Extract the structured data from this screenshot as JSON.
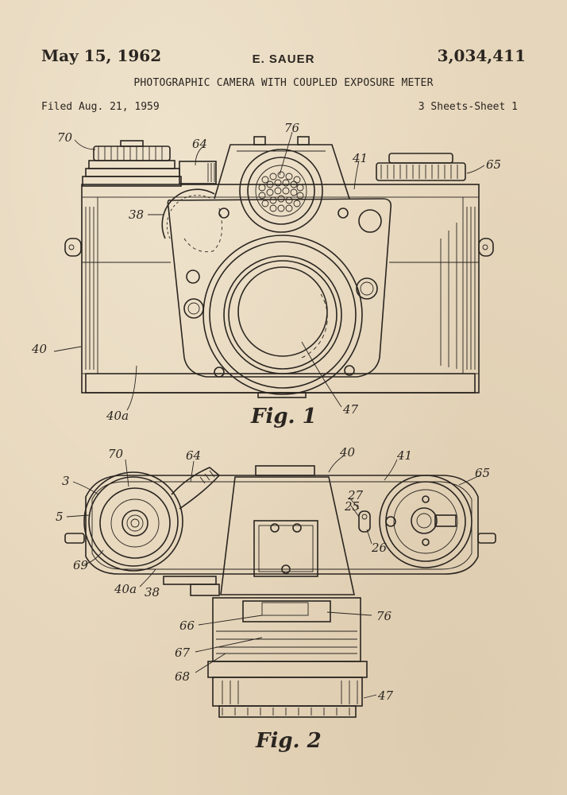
{
  "header": {
    "date": "May 15, 1962",
    "inventor": "E. SAUER",
    "patent_number": "3,034,411",
    "title": "PHOTOGRAPHIC CAMERA WITH COUPLED EXPOSURE METER",
    "filed": "Filed Aug. 21, 1959",
    "sheets": "3 Sheets-Sheet 1"
  },
  "figure1": {
    "caption": "Fig. 1",
    "labels": [
      "70",
      "64",
      "76",
      "41",
      "65",
      "38",
      "40",
      "40a",
      "47"
    ]
  },
  "figure2": {
    "caption": "Fig. 2",
    "labels": [
      "70",
      "64",
      "40",
      "41",
      "65",
      "3",
      "5",
      "27",
      "25",
      "26",
      "69",
      "40a",
      "38",
      "66",
      "76",
      "67",
      "68",
      "47"
    ]
  },
  "colors": {
    "paper": "#e6d6bb",
    "ink": "#2a2520"
  }
}
